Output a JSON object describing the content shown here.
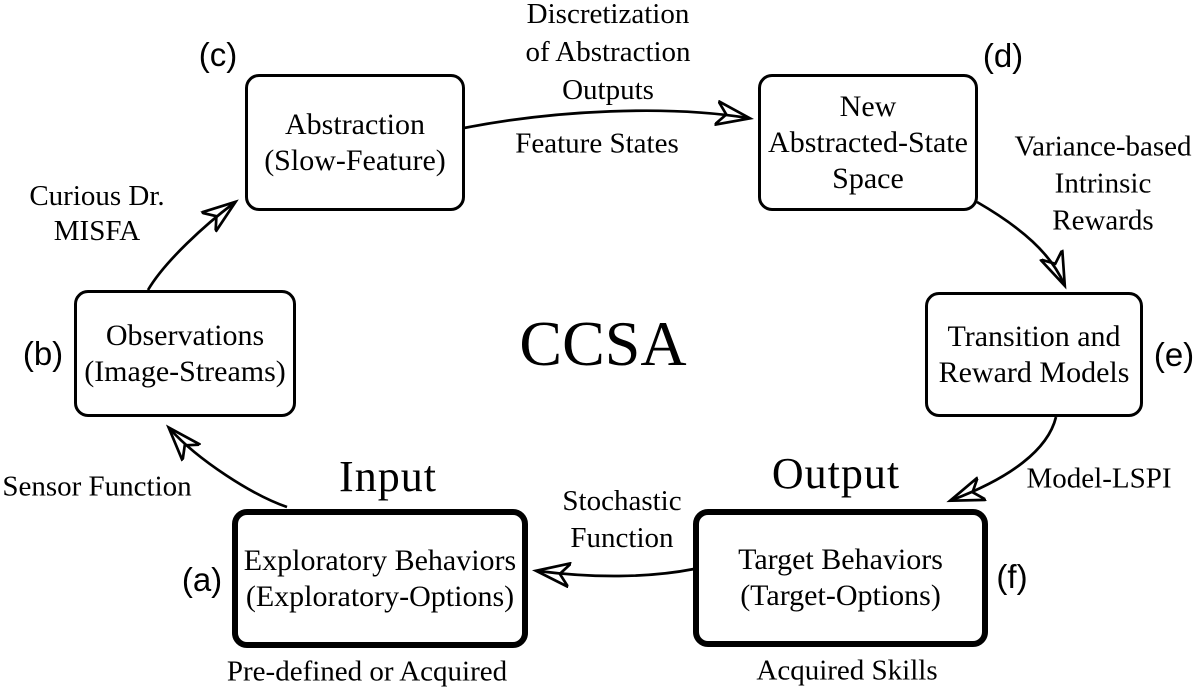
{
  "title": "CCSA",
  "colors": {
    "ink": "#000000",
    "background": "#ffffff"
  },
  "nodes": {
    "a": {
      "tag": "(a)",
      "lines": [
        "Exploratory Behaviors",
        "(Exploratory-Options)"
      ]
    },
    "b": {
      "tag": "(b)",
      "lines": [
        "Observations",
        "(Image-Streams)"
      ]
    },
    "c": {
      "tag": "(c)",
      "lines": [
        "Abstraction",
        "(Slow-Feature)"
      ]
    },
    "d": {
      "tag": "(d)",
      "lines": [
        "New",
        "Abstracted-State",
        "Space"
      ]
    },
    "e": {
      "tag": "(e)",
      "lines": [
        "Transition and",
        "Reward Models"
      ]
    },
    "f": {
      "tag": "(f)",
      "lines": [
        "Target Behaviors",
        "(Target-Options)"
      ]
    }
  },
  "edge_labels": {
    "b_to_c": [
      "Curious Dr.",
      "MISFA"
    ],
    "c_to_d_above": [
      "Discretization",
      "of Abstraction",
      "Outputs"
    ],
    "c_to_d_below": [
      "Feature States"
    ],
    "d_to_e": [
      "Variance-based",
      "Intrinsic",
      "Rewards"
    ],
    "e_to_f": [
      "Model-LSPI"
    ],
    "f_to_a": [
      "Stochastic",
      "Function"
    ],
    "a_to_b": [
      "Sensor Function"
    ]
  },
  "annotations": {
    "input": "Input",
    "output": "Output",
    "below_a": "Pre-defined or Acquired",
    "below_f": "Acquired Skills"
  }
}
